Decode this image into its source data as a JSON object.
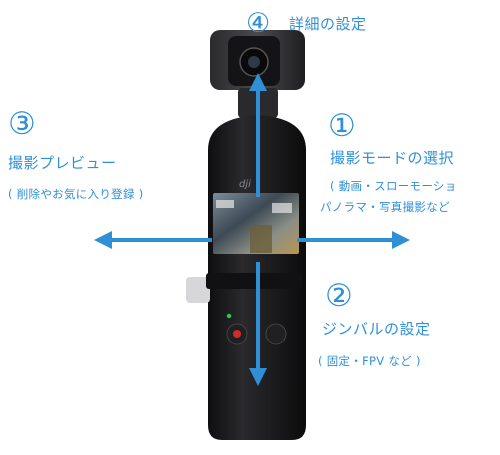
{
  "colors": {
    "accent": "#2f90d8",
    "device_body": "#1d1d1f",
    "record_button": "#d42a2a"
  },
  "labels": {
    "top": {
      "number": "④",
      "title": "詳細の設定"
    },
    "right": {
      "number": "①",
      "title": "撮影モードの選択",
      "line1": "( 動画・スローモーショ",
      "line2": "パノラマ・写真撮影など"
    },
    "left": {
      "number": "③",
      "title": "撮影プレビュー",
      "note": "( 削除やお気に入り登録 )"
    },
    "bottom": {
      "number": "②",
      "title": "ジンバルの設定",
      "note": "( 固定・FPV など )"
    }
  },
  "device": {
    "brand": "dji"
  },
  "icons": [
    "arrow-up-icon",
    "arrow-down-icon",
    "arrow-left-icon",
    "arrow-right-icon",
    "record-button-icon"
  ]
}
